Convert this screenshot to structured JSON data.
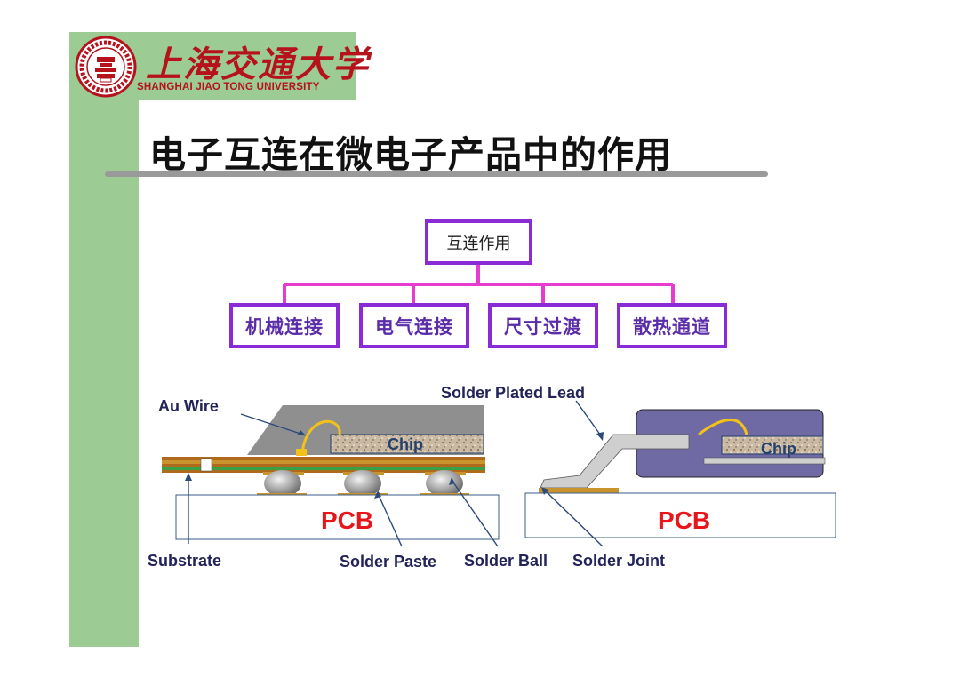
{
  "header": {
    "logo_cn": "上海交通大学",
    "logo_en": "SHANGHAI JIAO TONG UNIVERSITY"
  },
  "slide": {
    "title": "电子互连在微电子产品中的作用"
  },
  "tree": {
    "root": "互连作用",
    "children": [
      "机械连接",
      "电气连接",
      "尺寸过渡",
      "散热通道"
    ]
  },
  "figure": {
    "labels": {
      "au_wire": "Au Wire",
      "solder_plated_lead": "Solder Plated Lead",
      "chip_left": "Chip",
      "chip_right": "Chip",
      "pcb_left": "PCB",
      "pcb_right": "PCB",
      "substrate": "Substrate",
      "solder_paste": "Solder Paste",
      "solder_ball": "Solder Ball",
      "solder_joint": "Solder Joint"
    }
  },
  "colors": {
    "sidebar_green": "#9ccb94",
    "brand_red": "#b5121b",
    "box_border": "#8a2bd6",
    "connector": "#e63ccf",
    "pcb_text": "#e6161b"
  }
}
